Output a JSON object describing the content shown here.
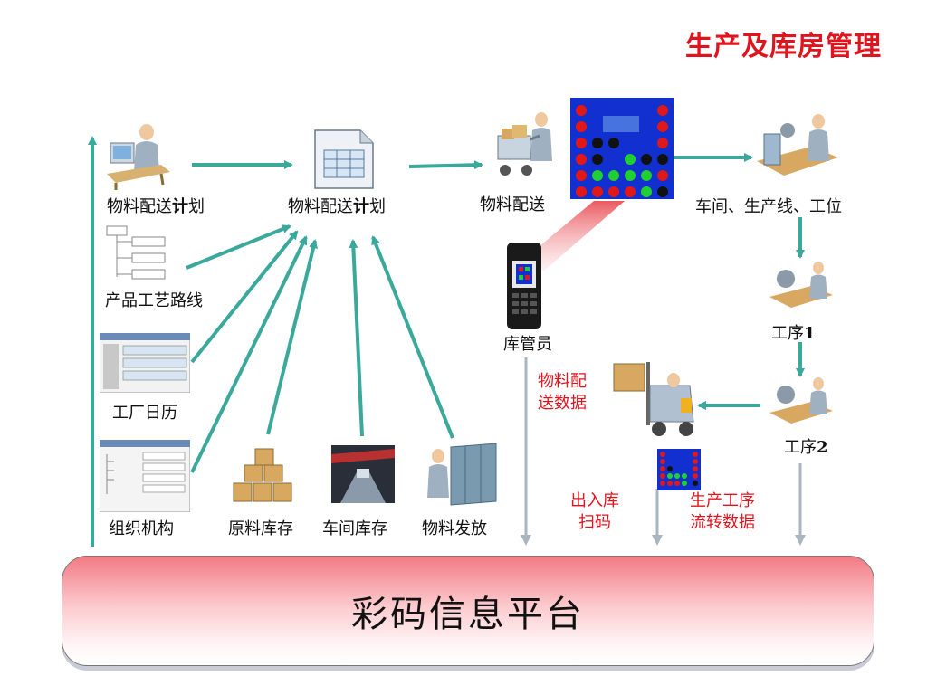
{
  "title": "生产及库房管理",
  "nodes": {
    "plan1_prefix": "物料配送",
    "plan1_bold": "计",
    "plan1_suffix": "划",
    "plan2_prefix": "物料配送",
    "plan2_bold": "计",
    "plan2_suffix": "划",
    "delivery": "物料配送",
    "workshop": "车间、生产线、工位",
    "process_route": "产品工艺路线",
    "keeper": "库管员",
    "step1_prefix": "工序",
    "step1_num": "1",
    "calendar": "工厂日历",
    "step2_prefix": "工序",
    "step2_num": "2",
    "org": "组织机构",
    "raw_stock": "原料库存",
    "shop_stock": "车间库存",
    "issue": "物料发放"
  },
  "flows": {
    "delivery_data_1": "物料配",
    "delivery_data_2": "送数据",
    "scan_1": "出入库",
    "scan_2": "扫码",
    "transfer_1": "生产工序",
    "transfer_2": "流转数据"
  },
  "platform": "彩码信息平台",
  "colors": {
    "title": "#e0141e",
    "arrow": "#3aa89a",
    "flow_text": "#e0141e",
    "code_bg": "#1230d0"
  }
}
